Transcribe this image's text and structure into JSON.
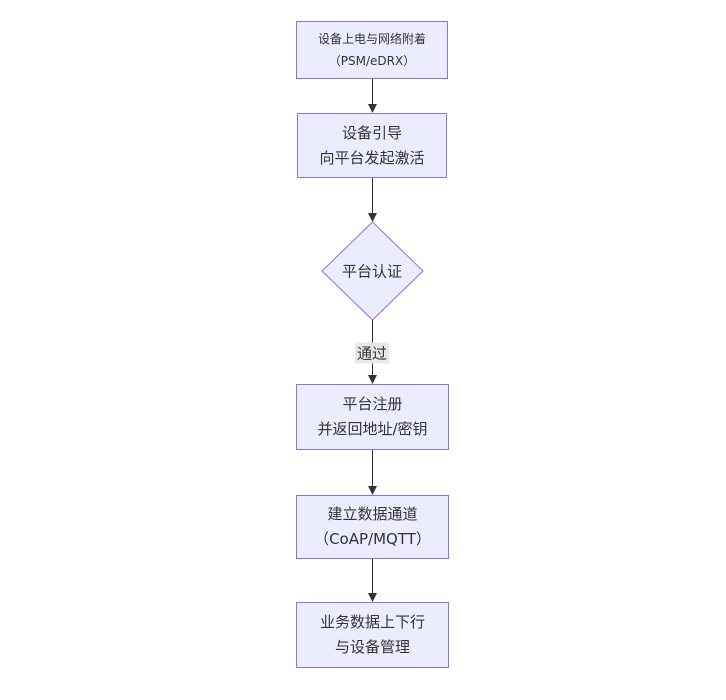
{
  "diagram": {
    "type": "flowchart",
    "direction": "top-down",
    "colors": {
      "node_fill": "#ECECFF",
      "node_border": "#9370DB",
      "edge_color": "#333333",
      "label_bg": "#e8e8e8",
      "text_color": "#333333",
      "background": "#ffffff"
    },
    "nodes": [
      {
        "id": "A",
        "shape": "rect",
        "label": "设备上电与网络附着\n（PSM/eDRX）"
      },
      {
        "id": "B",
        "shape": "rect",
        "label": "设备引导\n向平台发起激活"
      },
      {
        "id": "C",
        "shape": "diamond",
        "label": "平台认证"
      },
      {
        "id": "D",
        "shape": "rect",
        "label": "平台注册\n并返回地址/密钥"
      },
      {
        "id": "E",
        "shape": "rect",
        "label": "建立数据通道\n（CoAP/MQTT）"
      },
      {
        "id": "F",
        "shape": "rect",
        "label": "业务数据上下行\n与设备管理"
      }
    ],
    "edges": [
      {
        "from": "A",
        "to": "B",
        "label": ""
      },
      {
        "from": "B",
        "to": "C",
        "label": ""
      },
      {
        "from": "C",
        "to": "D",
        "label": "通过"
      },
      {
        "from": "D",
        "to": "E",
        "label": ""
      },
      {
        "from": "E",
        "to": "F",
        "label": ""
      }
    ]
  }
}
